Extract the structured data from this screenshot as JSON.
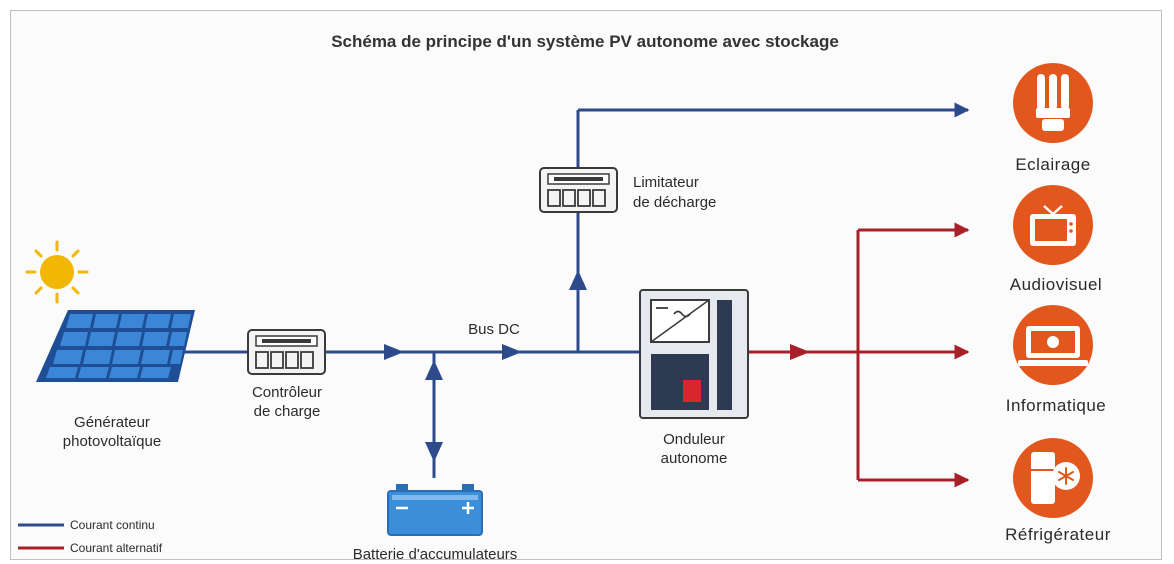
{
  "title": "Schéma de principe d'un système PV autonome avec stockage",
  "colors": {
    "dc": "#2c4a8c",
    "ac": "#a8202a",
    "load_circle": "#e2571e",
    "panel": "#2f6fc0",
    "sun": "#f2b705",
    "battery": "#3b8fd8"
  },
  "components": {
    "generator": {
      "line1": "Générateur",
      "line2": "photovoltaïque",
      "icon": "solar-panel-icon"
    },
    "controller": {
      "line1": "Contrôleur",
      "line2": "de charge",
      "icon": "charge-controller-icon"
    },
    "bus": {
      "label": "Bus DC"
    },
    "limiter": {
      "line1": "Limitateur",
      "line2": "de décharge",
      "icon": "discharge-limiter-icon"
    },
    "battery": {
      "label": "Batterie d'accumulateurs",
      "icon": "battery-icon"
    },
    "inverter": {
      "line1": "Onduleur",
      "line2": "autonome",
      "icon": "inverter-icon"
    }
  },
  "loads": [
    {
      "label": "Eclairage",
      "icon": "light-bulb-icon"
    },
    {
      "label": "Audiovisuel",
      "icon": "tv-icon"
    },
    {
      "label": "Informatique",
      "icon": "computer-icon"
    },
    {
      "label": "Réfrigérateur",
      "icon": "fridge-icon"
    }
  ],
  "legend": [
    {
      "label": "Courant continu",
      "color": "#2c4a8c"
    },
    {
      "label": "Courant alternatif",
      "color": "#a8202a"
    }
  ]
}
